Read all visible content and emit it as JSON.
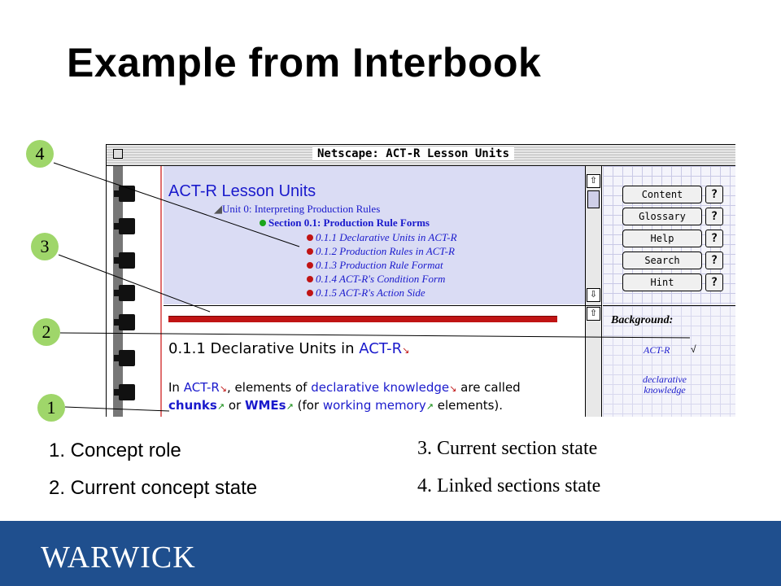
{
  "slide": {
    "title": "Example from Interbook"
  },
  "window": {
    "title": "Netscape: ACT-R Lesson Units"
  },
  "nav": {
    "heading": "ACT-R Lesson Units",
    "unit": "Unit 0: Interpreting Production Rules",
    "section": "Section 0.1: Production Rule Forms",
    "items": [
      "0.1.1 Declarative Units in ACT-R",
      "0.1.2 Production Rules in ACT-R",
      "0.1.3 Production Rule Format",
      "0.1.4 ACT-R's Condition Form",
      "0.1.5 ACT-R's Action Side"
    ]
  },
  "toolbar": {
    "buttons": [
      "Content",
      "Glossary",
      "Help",
      "Search",
      "Hint"
    ],
    "help_mark": "?"
  },
  "content": {
    "heading_prefix": "0.1.1 Declarative Units in ",
    "heading_link": "ACT-R",
    "line1": [
      "In ",
      "ACT-R",
      ", elements of ",
      "declarative knowledge",
      " are called"
    ],
    "line2": [
      "chunks",
      " or ",
      "WMEs",
      " (for ",
      "working memory",
      " elements)."
    ]
  },
  "background": {
    "label": "Background:",
    "items": [
      "ACT-R",
      "declarative knowledge"
    ],
    "check": "√"
  },
  "callouts": [
    "1",
    "2",
    "3",
    "4"
  ],
  "legend": {
    "item1": "1. Concept role",
    "item2": "2. Current concept state",
    "item3": "3. Current section state",
    "item4": "4. Linked sections state"
  },
  "footer": {
    "logo": "WARWICK"
  },
  "colors": {
    "footer_bg": "#1f4f8e",
    "callout_fill": "#9fd66a",
    "link_blue": "#1a1acc",
    "section_bar": "#c01414",
    "nav_bg": "#dadcf4"
  }
}
